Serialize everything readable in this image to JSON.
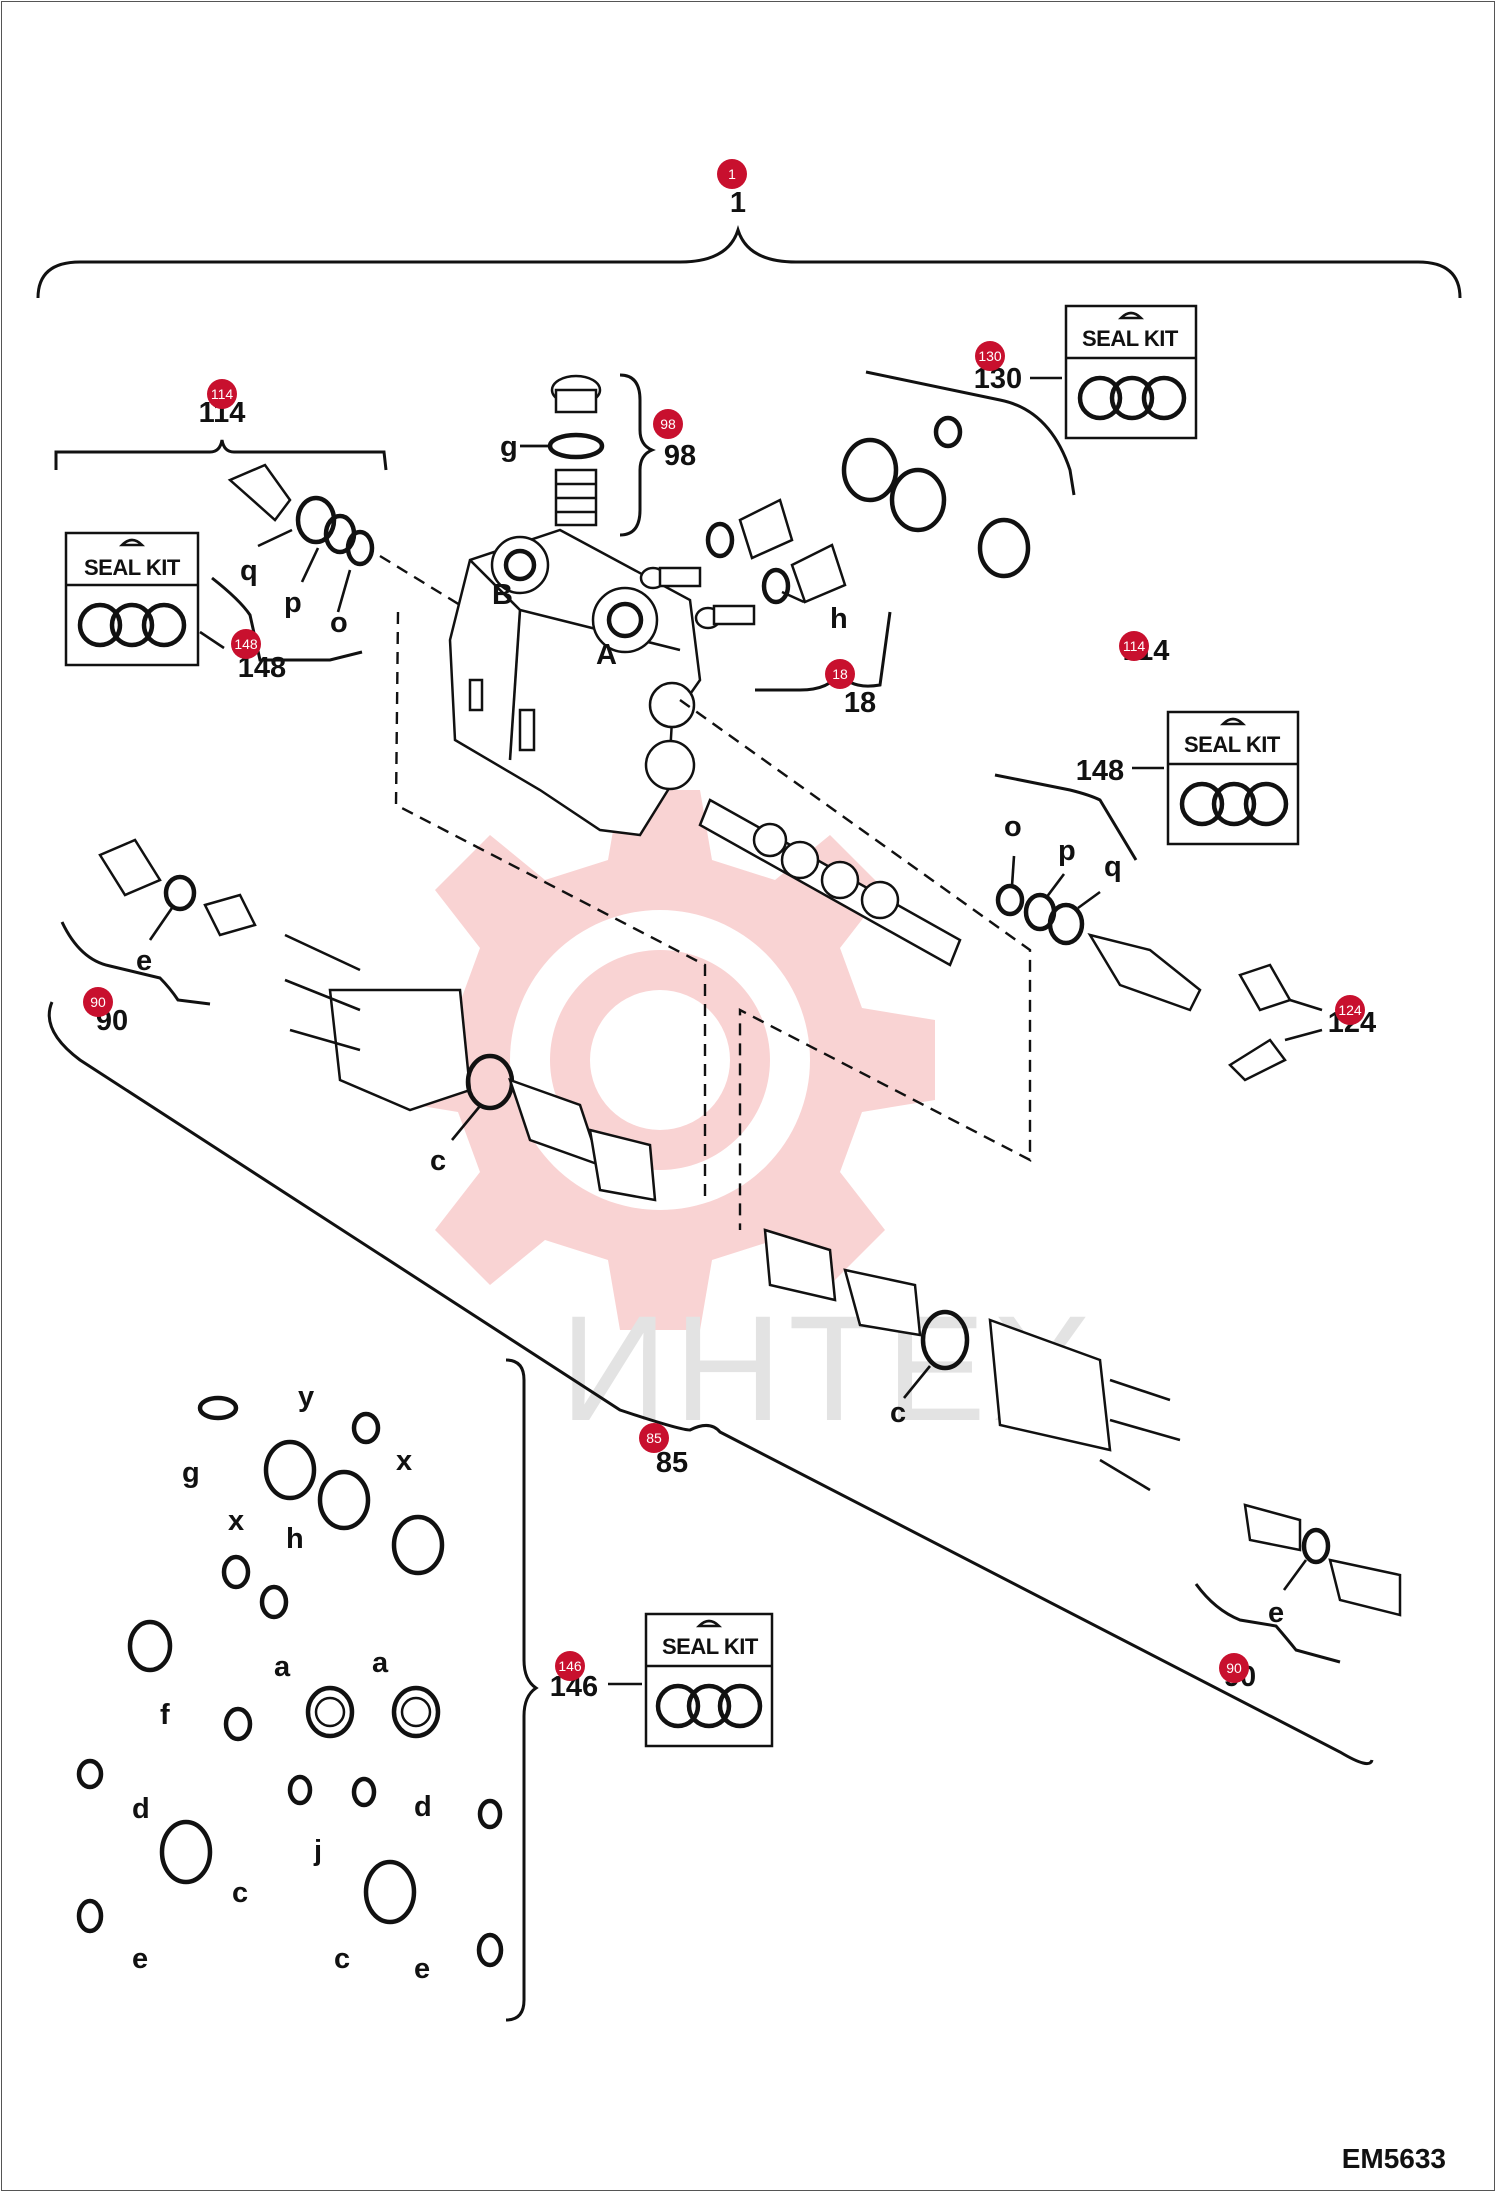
{
  "drawing_code": "EM5633",
  "watermark": "ИНТЕХ",
  "seal_kit_label": "SEAL KIT",
  "callouts": [
    {
      "id": "c1",
      "badge": "1",
      "label": "1"
    },
    {
      "id": "c114a",
      "badge": "114",
      "label": "114"
    },
    {
      "id": "c98",
      "badge": "98",
      "label": "98"
    },
    {
      "id": "c130",
      "badge": "130",
      "label": "130"
    },
    {
      "id": "c148a",
      "badge": "148",
      "label": "148"
    },
    {
      "id": "c18",
      "badge": "18",
      "label": "18"
    },
    {
      "id": "c114b",
      "badge": "114",
      "label": "114"
    },
    {
      "id": "c148b",
      "badge": "",
      "label": "148"
    },
    {
      "id": "c90a",
      "badge": "90",
      "label": "90"
    },
    {
      "id": "c124",
      "badge": "124",
      "label": "124"
    },
    {
      "id": "c85",
      "badge": "85",
      "label": "85"
    },
    {
      "id": "c90b",
      "badge": "90",
      "label": "90"
    },
    {
      "id": "c146",
      "badge": "146",
      "label": "146"
    }
  ],
  "part_letters": [
    "g",
    "q",
    "p",
    "o",
    "h",
    "o",
    "p",
    "q",
    "e",
    "c",
    "c",
    "e",
    "g",
    "y",
    "x",
    "x",
    "h",
    "f",
    "a",
    "a",
    "d",
    "d",
    "c",
    "j",
    "c",
    "e",
    "e"
  ],
  "port_letters": [
    "B",
    "A"
  ],
  "colors": {
    "badge": "#c8102e",
    "line": "#111111",
    "watermark_gear": "#f9d3d3"
  }
}
